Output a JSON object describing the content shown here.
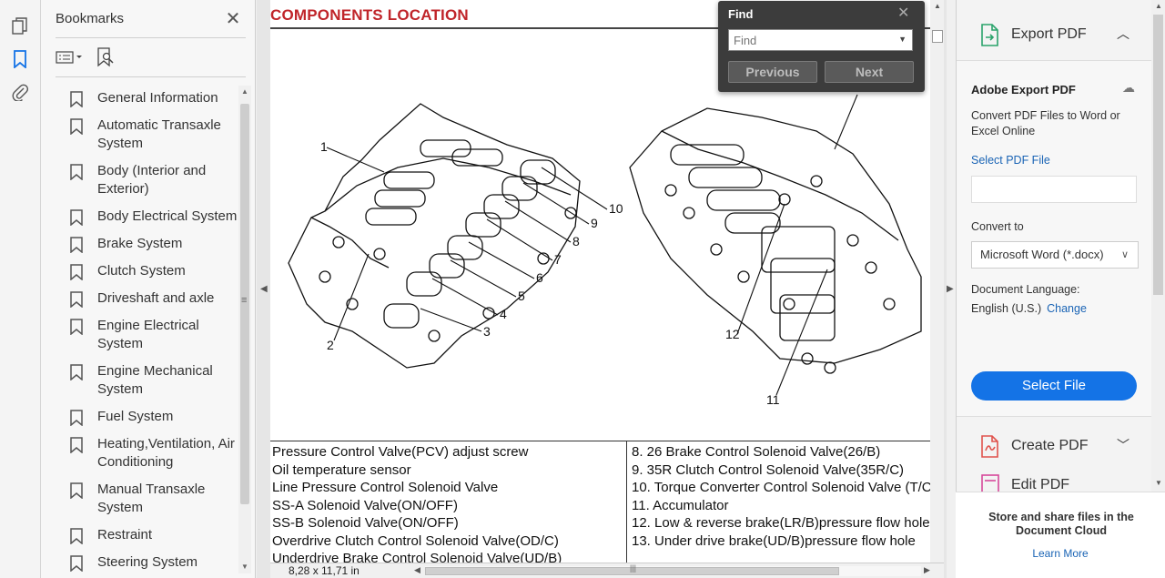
{
  "bookmarks": {
    "title": "Bookmarks",
    "items": [
      {
        "label": "General Information"
      },
      {
        "label": "Automatic Transaxle System"
      },
      {
        "label": "Body (Interior and Exterior)"
      },
      {
        "label": "Body Electrical System"
      },
      {
        "label": "Brake System"
      },
      {
        "label": "Clutch System"
      },
      {
        "label": "Driveshaft and axle"
      },
      {
        "label": "Engine Electrical System"
      },
      {
        "label": "Engine Mechanical System"
      },
      {
        "label": "Fuel System"
      },
      {
        "label": "Heating,Ventilation, Air Conditioning"
      },
      {
        "label": "Manual Transaxle System"
      },
      {
        "label": "Restraint"
      },
      {
        "label": "Steering System"
      }
    ]
  },
  "document": {
    "title": "COMPONENTS LOCATION",
    "callouts": [
      "1",
      "2",
      "3",
      "4",
      "5",
      "6",
      "7",
      "8",
      "9",
      "10",
      "11",
      "12"
    ],
    "legend_left": [
      "Pressure Control Valve(PCV) adjust screw",
      "Oil temperature sensor",
      "Line Pressure Control Solenoid Valve",
      "SS-A Solenoid Valve(ON/OFF)",
      "SS-B Solenoid Valve(ON/OFF)",
      "Overdrive Clutch Control Solenoid Valve(OD/C)",
      "Underdrive Brake Control Solenoid Valve(UD/B)"
    ],
    "legend_right": [
      "8. 26 Brake Control Solenoid Valve(26/B)",
      "9. 35R Clutch Control Solenoid Valve(35R/C)",
      "10. Torque Converter Control Solenoid Valve (T/C",
      "11. Accumulator",
      "12. Low & reverse brake(LR/B)pressure flow hole",
      "13. Under drive brake(UD/B)pressure flow hole"
    ]
  },
  "status": {
    "page_size": "8,28 x 11,71 in"
  },
  "find": {
    "title": "Find",
    "placeholder": "Find",
    "previous": "Previous",
    "next": "Next"
  },
  "tools": {
    "export_pdf": "Export PDF",
    "export_panel": {
      "title": "Adobe Export PDF",
      "description": "Convert PDF Files to Word or Excel Online",
      "select_pdf": "Select PDF File",
      "convert_to": "Convert to",
      "format": "Microsoft Word (*.docx)",
      "language_label": "Document Language:",
      "language": "English (U.S.)",
      "change": "Change",
      "select_file": "Select File"
    },
    "create_pdf": "Create PDF",
    "edit_pdf": "Edit PDF",
    "cloud_text": "Store and share files in the Document Cloud",
    "learn_more": "Learn More"
  },
  "colors": {
    "accent": "#1473e6",
    "title_red": "#c0252a",
    "link": "#1a64b5"
  }
}
